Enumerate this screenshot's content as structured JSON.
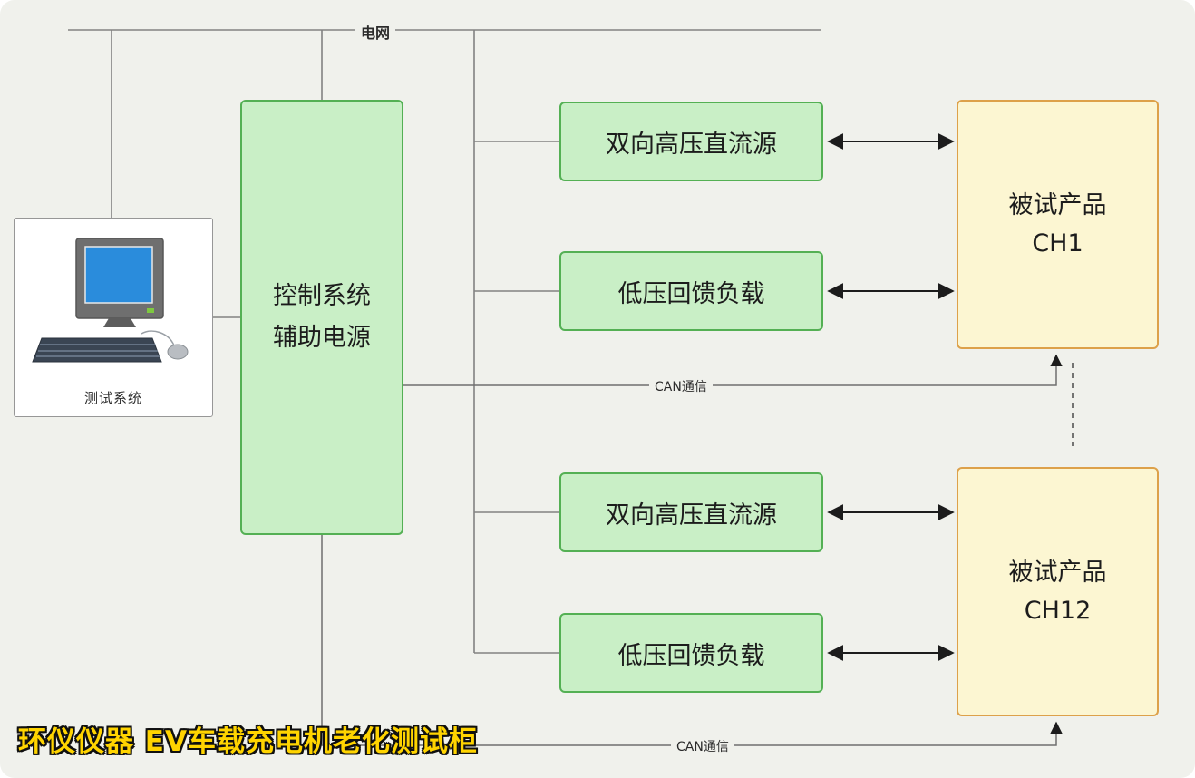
{
  "title": "环仪仪器 EV车载充电机老化测试柜",
  "grid": {
    "label": "电网"
  },
  "test_system": {
    "label": "测试系统"
  },
  "control_box": {
    "line1": "控制系统",
    "line2": "辅助电源"
  },
  "channel_top": {
    "dc_source": "双向高压直流源",
    "feedback_load": "低压回馈负载",
    "dut_line1": "被试产品",
    "dut_line2": "CH1"
  },
  "channel_bottom": {
    "dc_source": "双向高压直流源",
    "feedback_load": "低压回馈负载",
    "dut_line1": "被试产品",
    "dut_line2": "CH12"
  },
  "can_top": {
    "label": "CAN通信"
  },
  "can_bottom": {
    "label": "CAN通信"
  },
  "colors": {
    "background": "#f0f1ec",
    "green_fill": "#c9efc6",
    "green_border": "#54b054",
    "yellow_fill": "#fcf6d2",
    "yellow_border": "#dda14a",
    "line": "#828282",
    "arrow": "#1c1c1c",
    "title_color": "#ffd400",
    "screen_blue": "#2a8cdc"
  }
}
